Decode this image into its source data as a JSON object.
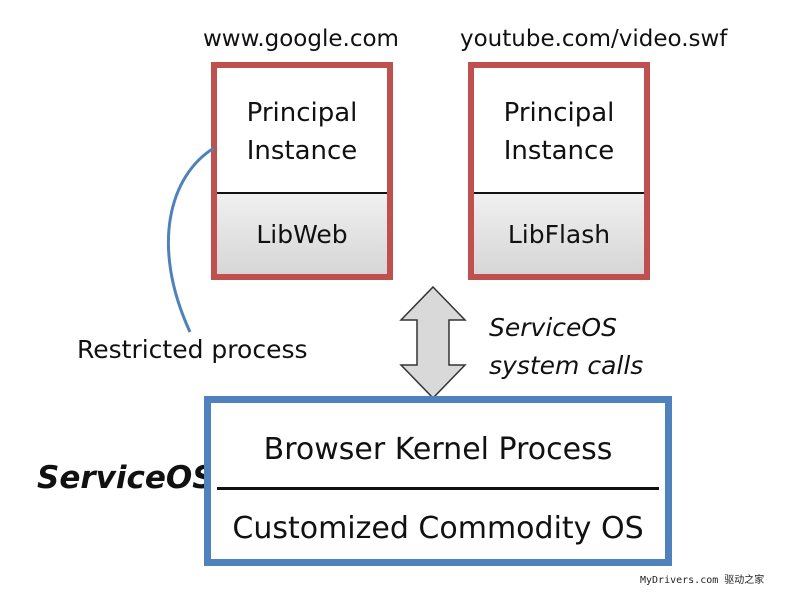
{
  "principals": [
    {
      "domain": "www.google.com",
      "line1": "Principal",
      "line2": "Instance",
      "library": "LibWeb"
    },
    {
      "domain": "youtube.com/video.swf",
      "line1": "Principal",
      "line2": "Instance",
      "library": "LibFlash"
    }
  ],
  "restricted_label": "Restricted process",
  "syscall_label": {
    "line1": "ServiceOS",
    "line2": "system calls"
  },
  "serviceos_label": "ServiceOS",
  "kernel": {
    "top_label": "Browser Kernel Process",
    "bottom_label": "Customized Commodity OS"
  },
  "watermark": "MyDrivers.com 驱动之家",
  "colors": {
    "principal_border": "#c0504d",
    "kernel_border": "#4f81bd",
    "connector": "#4f81bd",
    "arrow_fill": "#d9d9d9"
  }
}
